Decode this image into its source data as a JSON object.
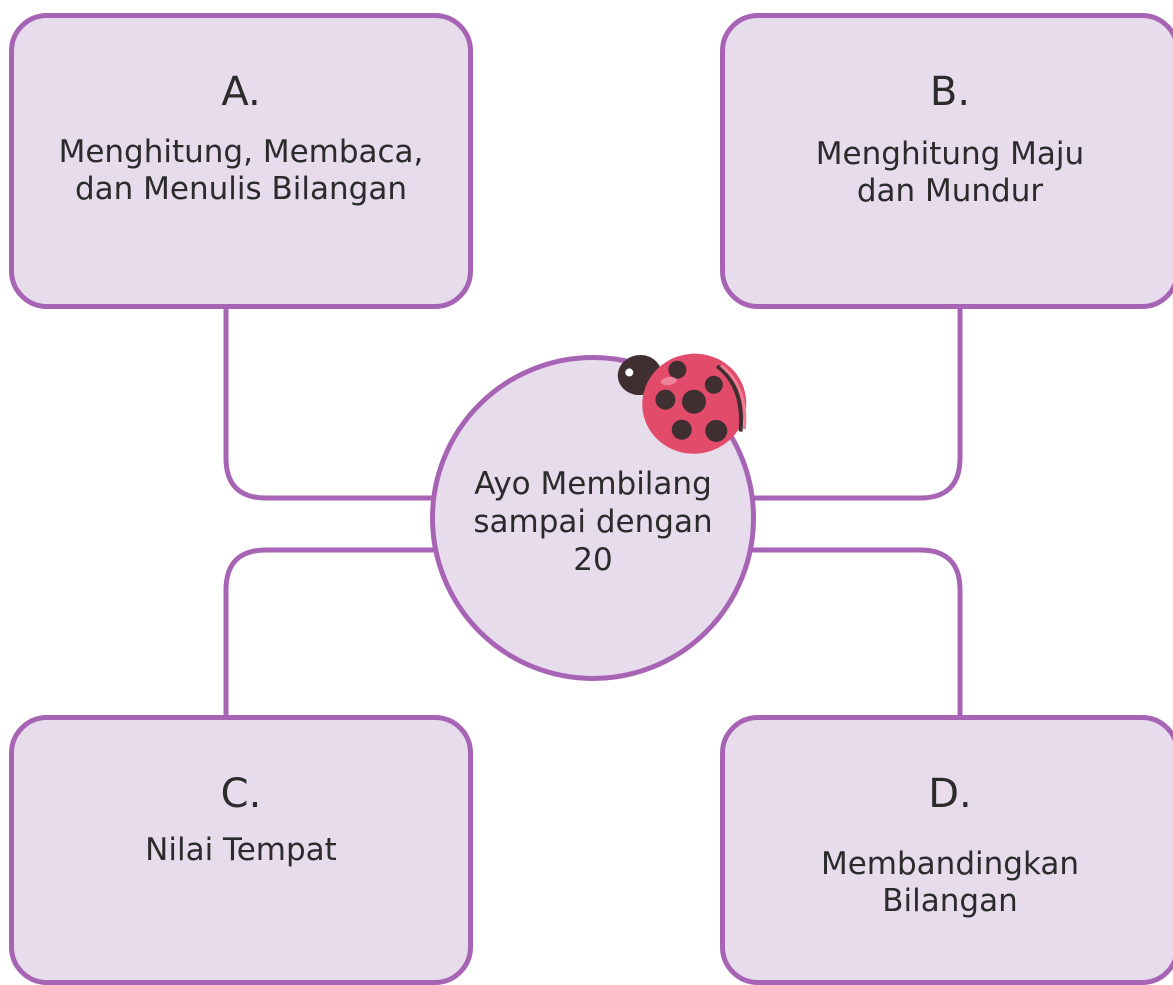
{
  "hub": {
    "title": "Ayo Membilang\nsampai dengan\n20"
  },
  "boxes": [
    {
      "letter": "A.",
      "text": "Menghitung, Membaca,\ndan Menulis Bilangan"
    },
    {
      "letter": "B.",
      "text": "Menghitung Maju\ndan Mundur"
    },
    {
      "letter": "C.",
      "text": "Nilai Tempat"
    },
    {
      "letter": "D.",
      "text": "Membandingkan\nBilangan"
    }
  ],
  "colors": {
    "box_fill": "#e6dcec",
    "border": "#a864b4",
    "ladybug_body": "#e34b6b",
    "ladybug_spots": "#3f2f31"
  },
  "icons": {
    "decoration": "ladybug-icon"
  }
}
